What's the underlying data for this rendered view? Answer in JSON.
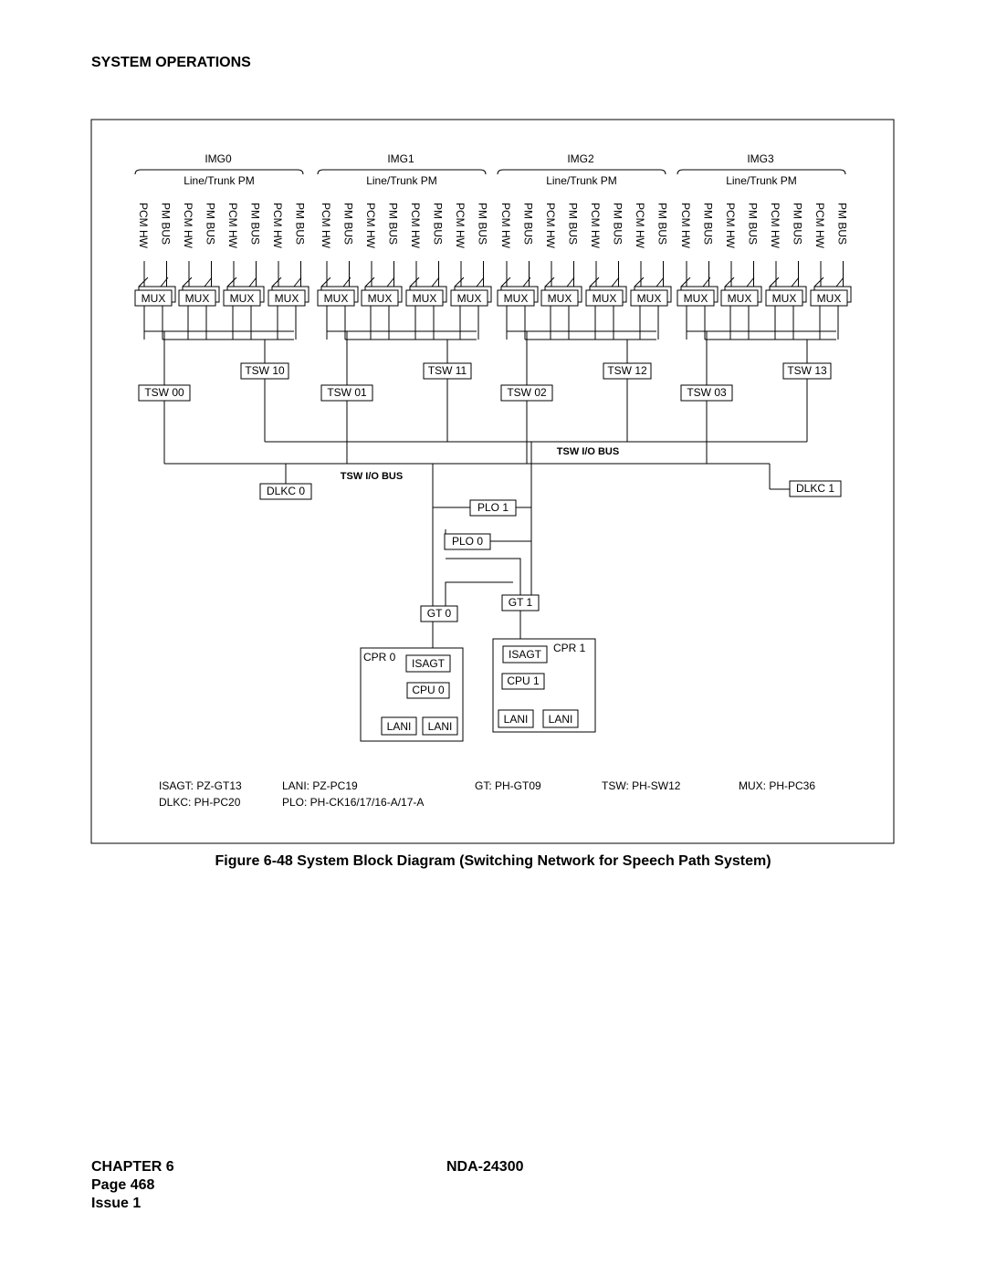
{
  "header": {
    "section_title": "SYSTEM OPERATIONS"
  },
  "diagram": {
    "imgs": [
      {
        "label": "IMG0",
        "pm_label": "Line/Trunk PM",
        "vlabels": [
          "PCM HW",
          "PM BUS",
          "PCM HW",
          "PM BUS",
          "PCM HW",
          "PM BUS",
          "PCM HW",
          "PM BUS"
        ],
        "mux": [
          "MUX",
          "MUX",
          "MUX",
          "MUX"
        ],
        "tsw_a": "TSW 10",
        "tsw_b": "TSW 00"
      },
      {
        "label": "IMG1",
        "pm_label": "Line/Trunk PM",
        "vlabels": [
          "PCM HW",
          "PM BUS",
          "PCM HW",
          "PM BUS",
          "PCM HW",
          "PM BUS",
          "PCM HW",
          "PM BUS"
        ],
        "mux": [
          "MUX",
          "MUX",
          "MUX",
          "MUX"
        ],
        "tsw_a": "TSW 11",
        "tsw_b": "TSW 01"
      },
      {
        "label": "IMG2",
        "pm_label": "Line/Trunk PM",
        "vlabels": [
          "PCM HW",
          "PM BUS",
          "PCM HW",
          "PM BUS",
          "PCM HW",
          "PM BUS",
          "PCM HW",
          "PM BUS"
        ],
        "mux": [
          "MUX",
          "MUX",
          "MUX",
          "MUX"
        ],
        "tsw_a": "TSW 12",
        "tsw_b": "TSW 02"
      },
      {
        "label": "IMG3",
        "pm_label": "Line/Trunk PM",
        "vlabels": [
          "PCM HW",
          "PM BUS",
          "PCM HW",
          "PM BUS",
          "PCM HW",
          "PM BUS",
          "PCM HW",
          "PM BUS"
        ],
        "mux": [
          "MUX",
          "MUX",
          "MUX",
          "MUX"
        ],
        "tsw_a": "TSW 13",
        "tsw_b": "TSW 03"
      }
    ],
    "bus_labels": [
      "TSW I/O BUS",
      "TSW I/O BUS"
    ],
    "dlkc": [
      "DLKC 0",
      "DLKC 1"
    ],
    "plo": [
      "PLO 1",
      "PLO 0"
    ],
    "gt": [
      "GT 0",
      "GT 1"
    ],
    "cpr0": {
      "label": "CPR 0",
      "isagt": "ISAGT",
      "cpu": "CPU 0",
      "lani": [
        "LANI",
        "LANI"
      ]
    },
    "cpr1": {
      "label": "CPR 1",
      "isagt": "ISAGT",
      "cpu": "CPU 1",
      "lani": [
        "LANI",
        "LANI"
      ]
    },
    "legend": [
      [
        "ISAGT: PZ-GT13",
        "LANI:  PZ-PC19",
        "GT:   PH-GT09",
        "TSW: PH-SW12",
        "MUX:  PH-PC36"
      ],
      [
        "DLKC:  PH-PC20",
        "PLO:  PH-CK16/17/16-A/17-A"
      ]
    ]
  },
  "caption": "Figure 6-48   System Block Diagram (Switching Network for Speech Path System)",
  "footer": {
    "chapter": "CHAPTER 6",
    "doc": "NDA-24300",
    "page": "Page 468",
    "issue": "Issue 1"
  }
}
